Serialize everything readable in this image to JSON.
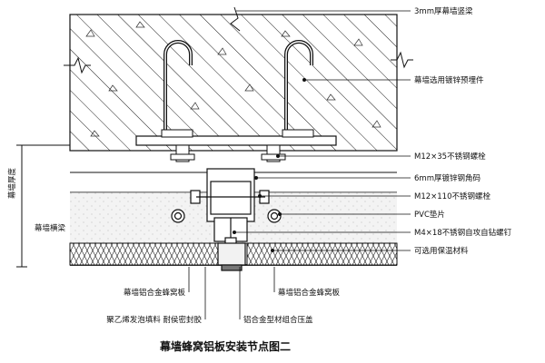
{
  "title": "幕墙蜂窝铝板安装节点图二",
  "labels": {
    "mullion": "3mm厚幕墙竖梁",
    "embed": "幕墙选用镀锌预埋件",
    "bolt_m12x35": "M12×35不锈钢螺栓",
    "angle_code": "6mm厚镀锌钢角码",
    "bolt_m12x110": "M12×110不锈钢螺栓",
    "pvc": "PVC垫片",
    "screw_m4": "M4×18不锈钢自攻自钻螺钉",
    "insulation": "可选用保温材料",
    "panel_left": "幕墙铝合金蜂窝板",
    "panel_right": "幕墙铝合金蜂窝板",
    "foam": "聚乙烯发泡填料 耐侯密封胶",
    "press_cover": "铝合金型材组合压盖",
    "transom": "幕墙横梁",
    "wall_thickness": "幕墙厚度"
  },
  "colors": {
    "line": "#111111",
    "hatch": "#222222"
  }
}
